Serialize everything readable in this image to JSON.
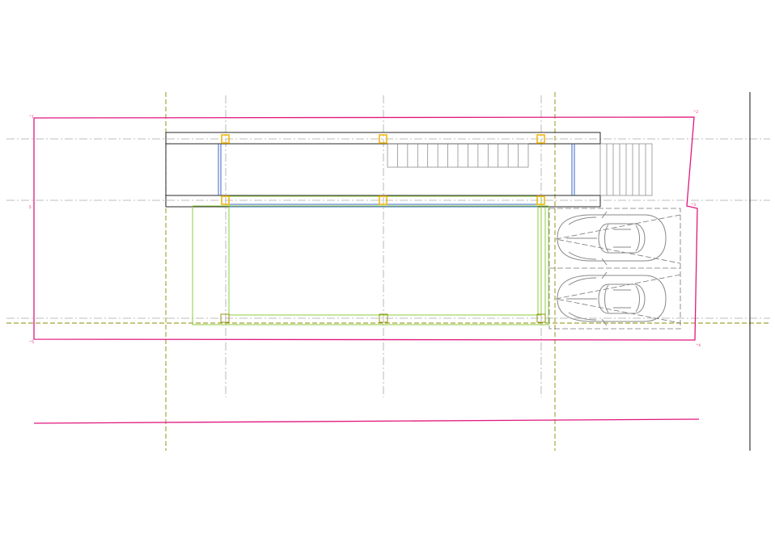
{
  "drawing": {
    "colors": {
      "property_line": "#e0177f",
      "grid_axis": "#a8a8a8",
      "setback_line": "#8c8c00",
      "slab_outline": "#8ccc3c",
      "column": "#f0b400",
      "window": "#3a64c8",
      "beam": "#111111",
      "stair": "#808080",
      "parking": "#777777",
      "car": "#888888",
      "dimension_line": "#111111"
    },
    "marks": {
      "site_corner_tl": "^1",
      "site_corner_tr": "^2",
      "site_corner_mid": "^3",
      "site_corner_br": "^4",
      "site_corner_bl": "^5",
      "site_edge_left": "5"
    },
    "parking": {
      "stall_count": 2
    },
    "stairs": {
      "upper_flight_treads": 14,
      "lower_flight_treads": 8
    }
  }
}
